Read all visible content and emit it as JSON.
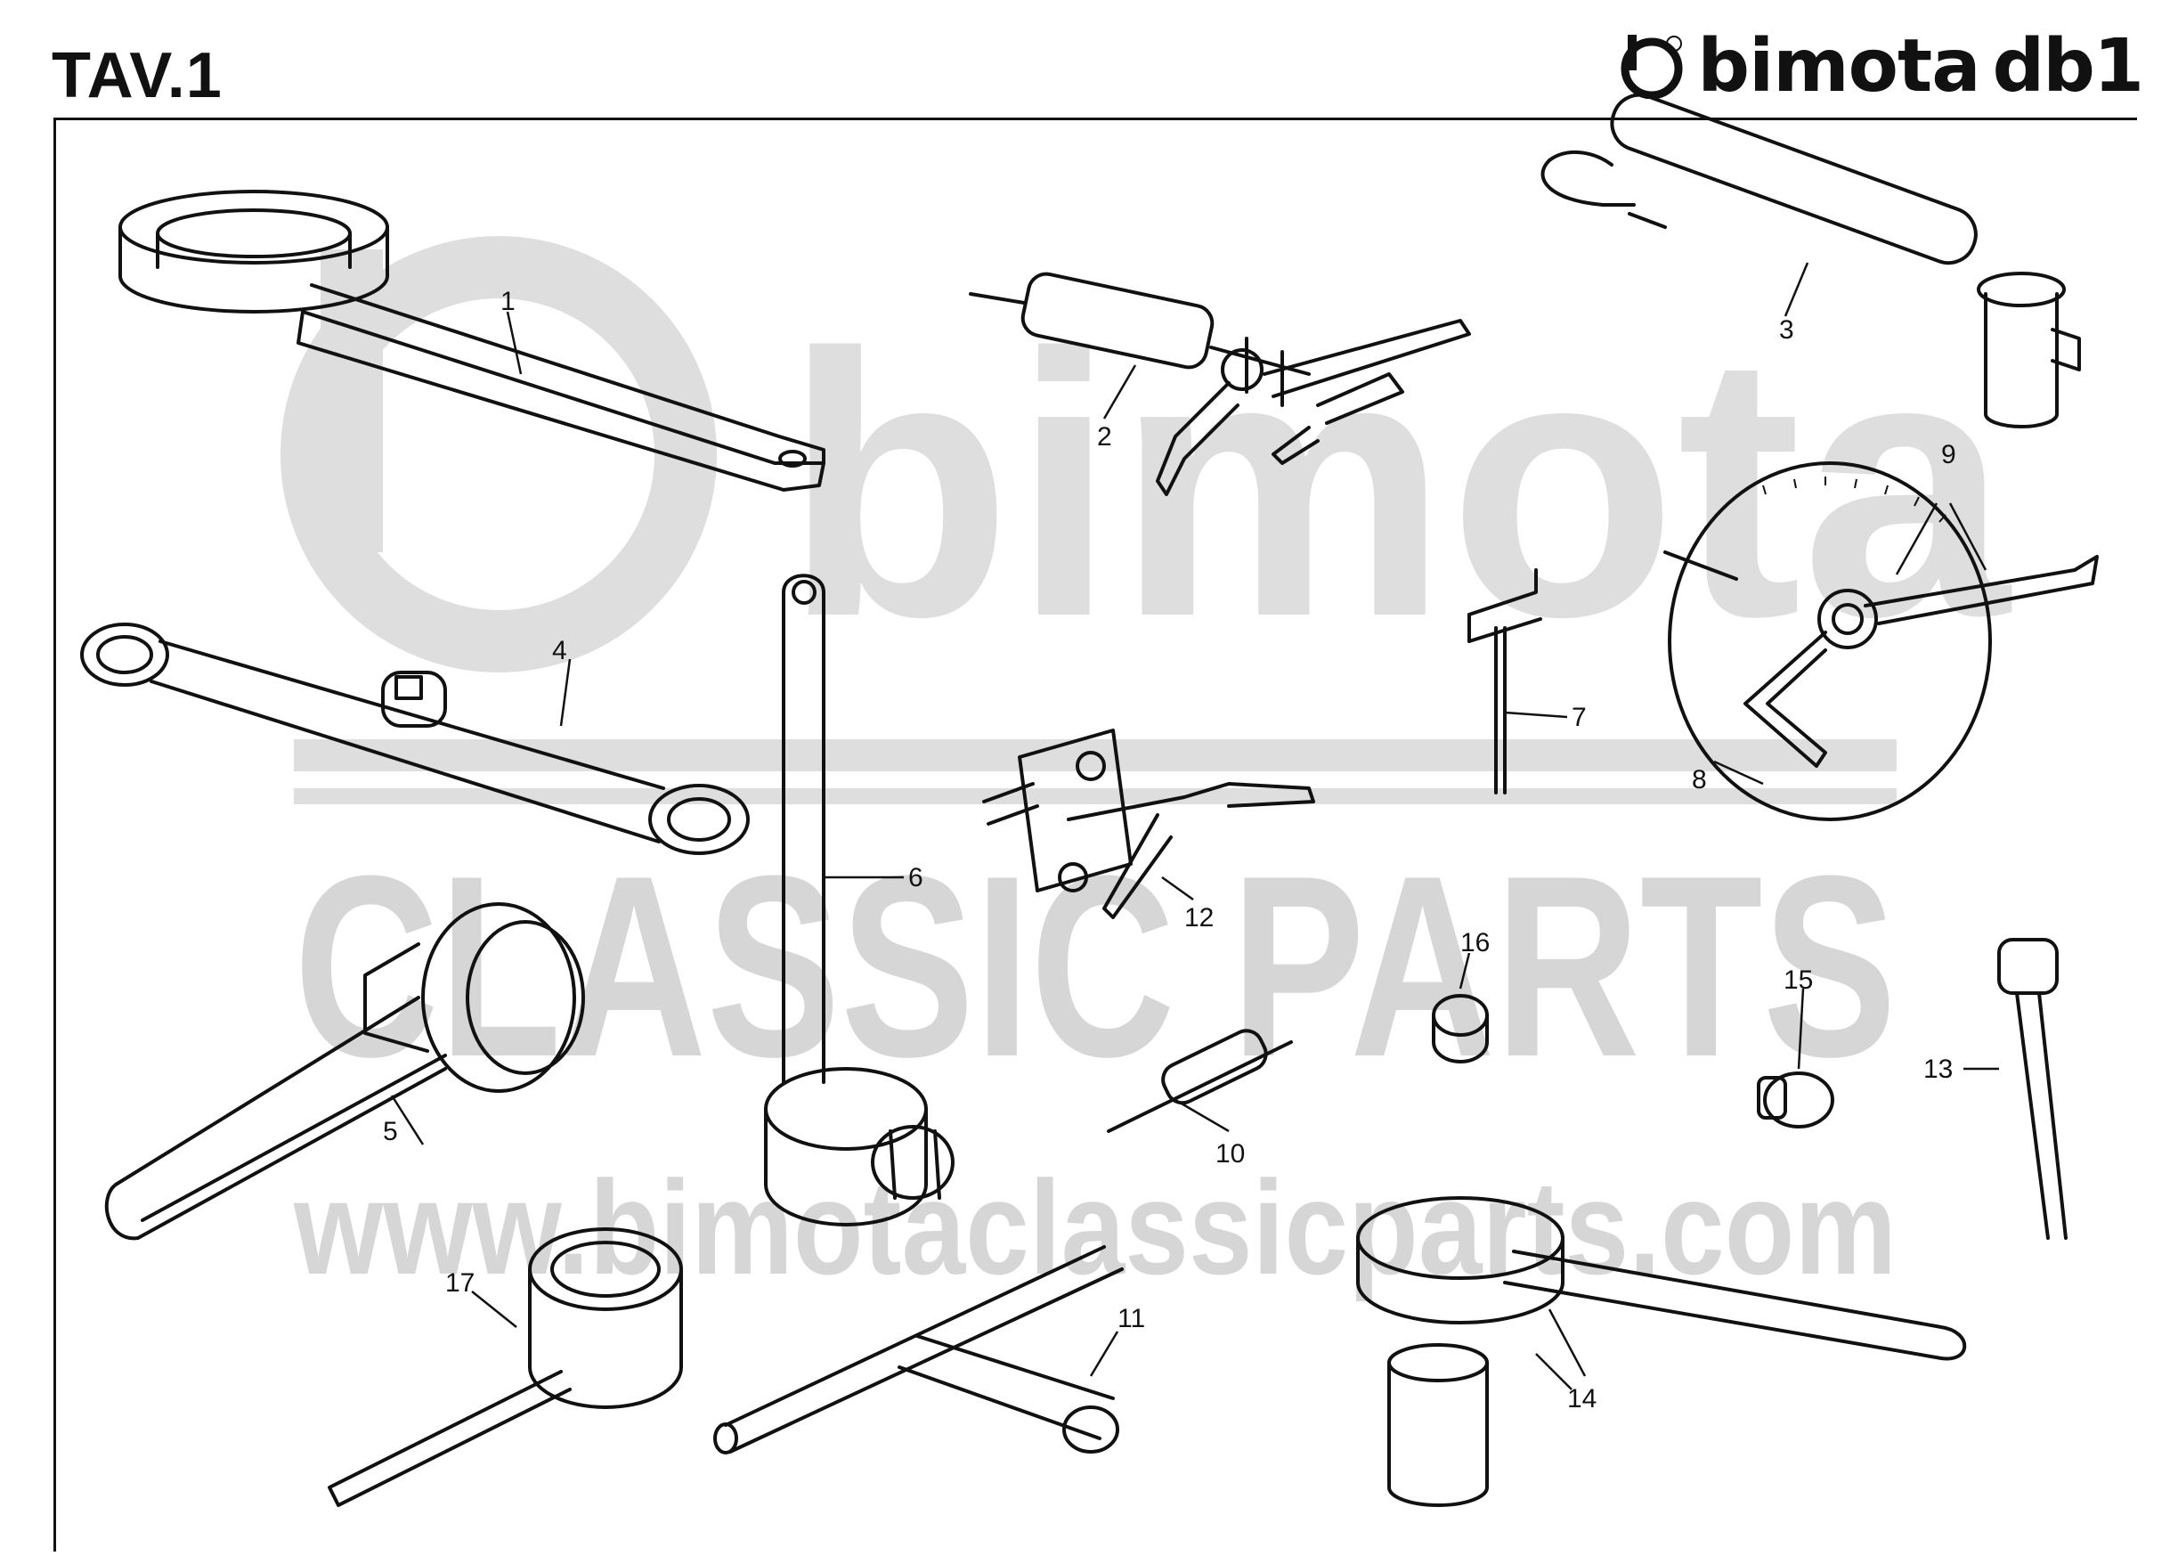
{
  "header": {
    "title": "TAV.1",
    "brand": {
      "name": "bimota",
      "model": "db1",
      "registered_mark": "R"
    }
  },
  "watermark": {
    "logo_word": "bimota",
    "tagline": "CLASSIC PARTS",
    "url": "www.bimotaclassicparts.com",
    "color": "#d6d6d6"
  },
  "callouts": [
    "1",
    "2",
    "3",
    "4",
    "5",
    "6",
    "7",
    "8",
    "9",
    "10",
    "11",
    "12",
    "13",
    "14",
    "15",
    "16",
    "17"
  ],
  "colors": {
    "ink": "#111111",
    "watermark": "#d6d6d6",
    "paper": "#ffffff"
  }
}
